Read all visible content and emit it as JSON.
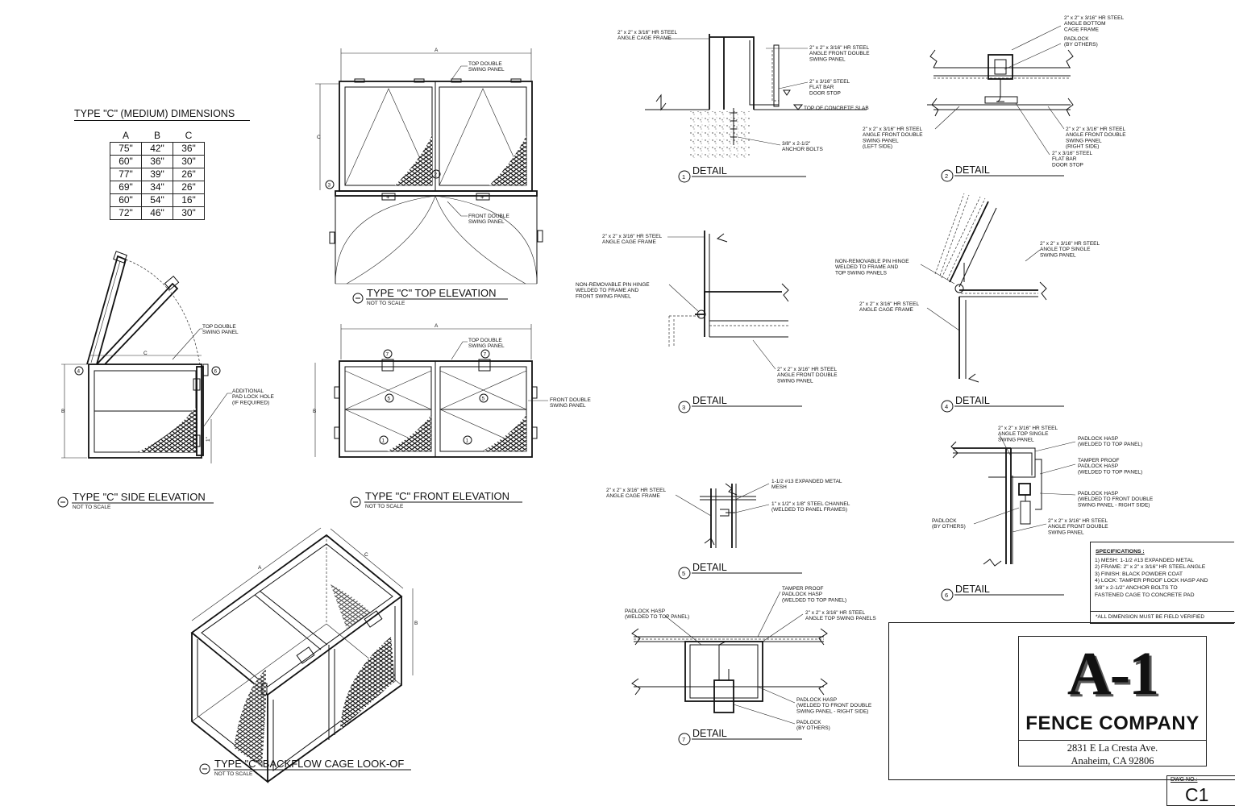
{
  "table": {
    "title": "TYPE \"C\" (MEDIUM) DIMENSIONS",
    "headers": [
      "A",
      "B",
      "C"
    ],
    "rows": [
      [
        "75\"",
        "42\"",
        "36\""
      ],
      [
        "60\"",
        "36\"",
        "30\""
      ],
      [
        "77\"",
        "39\"",
        "26\""
      ],
      [
        "69\"",
        "34\"",
        "26\""
      ],
      [
        "60\"",
        "54\"",
        "16\""
      ],
      [
        "72\"",
        "46\"",
        "30\""
      ]
    ]
  },
  "views": {
    "top_elevation": "TYPE \"C\" TOP ELEVATION",
    "side_elevation": "TYPE \"C\" SIDE ELEVATION",
    "front_elevation": "TYPE \"C\" FRONT ELEVATION",
    "lookof": "TYPE \"C\" BACKFLOW CAGE LOOK-OF",
    "not_to_scale": "NOT TO SCALE"
  },
  "dim_letters": {
    "a": "A",
    "b": "B",
    "c": "C",
    "one": "1\""
  },
  "callouts": {
    "top_double_swing_panel": "TOP DOUBLE\nSWING PANEL",
    "front_double_swing_panel": "FRONT DOUBLE\nSWING PANEL",
    "additional_pad_lock": "ADDITIONAL\nPAD LOCK HOLE\n(IF REQUIRED)",
    "angle_cage_frame": "2\" x 2\" x 3/16\" HR STEEL\nANGLE CAGE FRAME",
    "angle_front_double": "2\" x 2\" x 3/16\" HR STEEL\nANGLE FRONT DOUBLE\nSWING PANEL",
    "flat_bar_stop": "2\" x 3/16\" STEEL\nFLAT BAR\nDOOR STOP",
    "top_of_slab": "TOP OF CONCRETE SLAB",
    "anchor_bolts": "3/8\" x 2-1/2\"\nANCHOR BOLTS",
    "angle_bottom_frame": "2\" x 2\" x 3/16\" HR STEEL\nANGLE BOTTOM\nCAGE FRAME",
    "padlock_by_others": "PADLOCK\n(BY OTHERS)",
    "front_double_left": "2\" x 2\" x 3/16\" HR STEEL\nANGLE FRONT DOUBLE\nSWING PANEL\n(LEFT SIDE)",
    "front_double_right": "2\" x 2\" x 3/16\" HR STEEL\nANGLE FRONT DOUBLE\nSWING PANEL\n(RIGHT SIDE)",
    "flat_bar_stop2": "2\" x 3/16\" STEEL\nFLAT BAR\nDOOR STOP",
    "pin_hinge_front": "NON-REMOVABLE PIN HINGE\nWELDED TO FRAME AND\nFRONT SWING PANEL",
    "angle_front_double3": "2\" x 2\" x 3/16\" HR STEEL\nANGLE FRONT DOUBLE\nSWING PANEL",
    "pin_hinge_top": "NON-REMOVABLE PIN HINGE\nWELDED TO FRAME AND\nTOP SWING PANELS",
    "angle_top_single": "2\" x 2\" x 3/16\" HR STEEL\nANGLE TOP SINGLE\nSWING PANEL",
    "expanded_mesh": "1-1/2 #13 EXPANDED METAL\nMESH",
    "steel_channel": "1\" x 1/2\" x 1/8\" STEEL CHANNEL\n(WELDED TO PANEL FRAMES)",
    "padlock_hasp_top": "PADLOCK HASP\n(WELDED TO TOP PANEL)",
    "tamper_proof": "TAMPER PROOF\nPADLOCK HASP\n(WELDED TO TOP PANEL)",
    "padlock_hasp_front": "PADLOCK HASP\n(WELDED TO FRONT DOUBLE\nSWING PANEL - RIGHT SIDE)",
    "angle_top_swing_panels": "2\" x 2\" x 3/16\" HR STEEL\nANGLE TOP SWING PANELS",
    "padlock_by_others7": "PADLOCK\n(BY OTHERS)"
  },
  "details": {
    "label": "DETAIL",
    "numbers": [
      "1",
      "2",
      "3",
      "4",
      "5",
      "6",
      "7"
    ]
  },
  "specifications": {
    "title": "SPECIFICATIONS :",
    "items": [
      "1) MESH: 1-1/2 #13 EXPANDED METAL",
      "2) FRAME: 2\" x 2\" x 3/16\" HR STEEL ANGLE",
      "3) FINISH: BLACK POWDER COAT",
      "4) LOCK: TAMPER PROOF LOCK HASP AND\n     3/8\" x 2-1/2\" ANCHOR BOLTS TO\n     FASTENED  CAGE TO CONCRETE PAD"
    ],
    "note": "*ALL DIMENSION MUST BE FIELD VERIFIED"
  },
  "title_block": {
    "logo": "A-1",
    "company": "FENCE COMPANY",
    "address1": "2831 E La Cresta Ave.",
    "address2": "Anaheim, CA 92806",
    "dwg_label": "DWG NO.:",
    "dwg_no": "C1"
  }
}
